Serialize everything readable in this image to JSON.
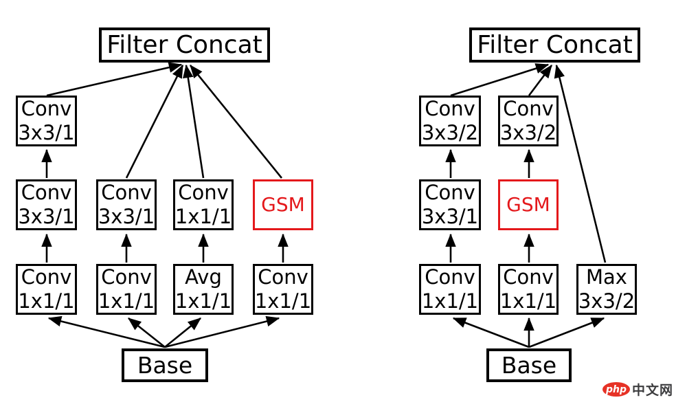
{
  "colors": {
    "line": "#000000",
    "gsm_red": "#e4181b",
    "logo_red": "#e63226"
  },
  "left": {
    "concat": "Filter Concat",
    "c1_top": {
      "l1": "Conv",
      "l2": "3x3/1"
    },
    "c1_mid": {
      "l1": "Conv",
      "l2": "3x3/1"
    },
    "c2_mid": {
      "l1": "Conv",
      "l2": "3x3/1"
    },
    "c3_mid": {
      "l1": "Conv",
      "l2": "1x1/1"
    },
    "gsm": "GSM",
    "c1_bot": {
      "l1": "Conv",
      "l2": "1x1/1"
    },
    "c2_bot": {
      "l1": "Conv",
      "l2": "1x1/1"
    },
    "c3_bot": {
      "l1": "Avg",
      "l2": "1x1/1"
    },
    "c4_bot": {
      "l1": "Conv",
      "l2": "1x1/1"
    },
    "base": "Base"
  },
  "right": {
    "concat": "Filter Concat",
    "c1_top": {
      "l1": "Conv",
      "l2": "3x3/2"
    },
    "c2_top": {
      "l1": "Conv",
      "l2": "3x3/2"
    },
    "c1_mid": {
      "l1": "Conv",
      "l2": "3x3/1"
    },
    "gsm": "GSM",
    "c1_bot": {
      "l1": "Conv",
      "l2": "1x1/1"
    },
    "c2_bot": {
      "l1": "Conv",
      "l2": "1x1/1"
    },
    "c3_bot": {
      "l1": "Max",
      "l2": "3x3/2"
    },
    "base": "Base"
  },
  "watermark": {
    "badge": "php",
    "text": "中文网"
  }
}
